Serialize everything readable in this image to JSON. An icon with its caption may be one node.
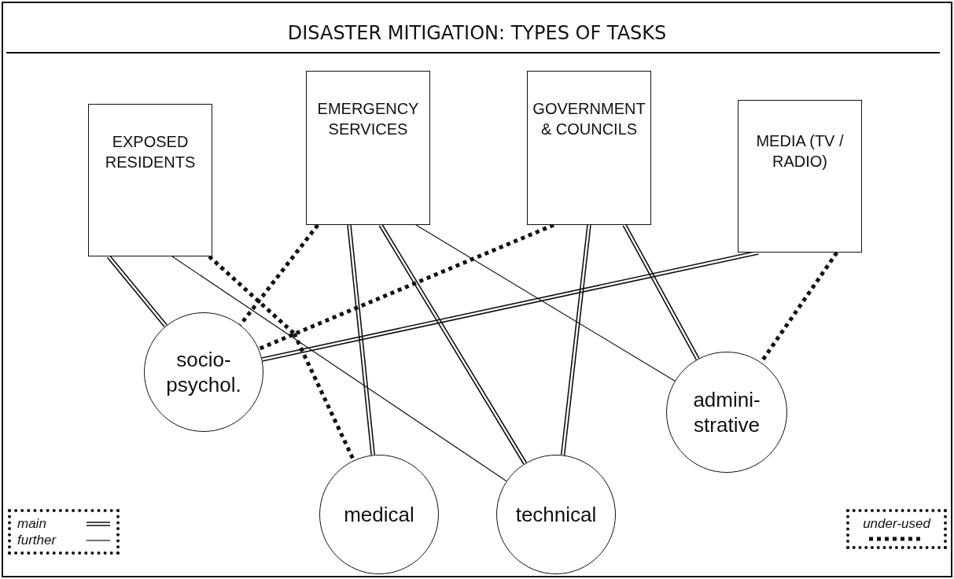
{
  "diagram": {
    "title": "DISASTER MITIGATION: TYPES OF TASKS",
    "nodes": [
      {
        "text": [
          "EXPOSED RESIDENTS"
        ]
      },
      {
        "text": [
          "EMERGENCY SERVICES"
        ]
      },
      {
        "text": [
          "GOVERNMENT & COUNCILS"
        ]
      },
      {
        "text": [
          "MEDIA (TV / RADIO)"
        ]
      },
      {
        "text": [
          "socio- psychol."
        ]
      },
      {
        "text": [
          "medical"
        ]
      },
      {
        "text": [
          "technical"
        ]
      },
      {
        "text": [
          "admini- strative"
        ]
      }
    ],
    "edges": [
      {
        "from": 0,
        "to": 4,
        "arrow": "none"
      },
      {
        "from": 0,
        "to": 5,
        "arrow": "none",
        "style": "dashed"
      },
      {
        "from": 0,
        "to": 6,
        "arrow": "none"
      },
      {
        "from": 1,
        "to": 4,
        "arrow": "none",
        "style": "dashed"
      },
      {
        "from": 1,
        "to": 5,
        "arrow": "none"
      },
      {
        "from": 1,
        "to": 6,
        "arrow": "none"
      },
      {
        "from": 1,
        "to": 7,
        "arrow": "none"
      },
      {
        "from": 2,
        "to": 4,
        "arrow": "none",
        "style": "dashed"
      },
      {
        "from": 2,
        "to": 6,
        "arrow": "none"
      },
      {
        "from": 2,
        "to": 7,
        "arrow": "none"
      },
      {
        "from": 3,
        "to": 4,
        "arrow": "none"
      },
      {
        "from": 3,
        "to": 7,
        "arrow": "none",
        "style": "dashed"
      }
    ],
    "legend": [
      {
        "text": "main"
      },
      {
        "text": "further"
      },
      {
        "text": "under-used"
      }
    ]
  }
}
